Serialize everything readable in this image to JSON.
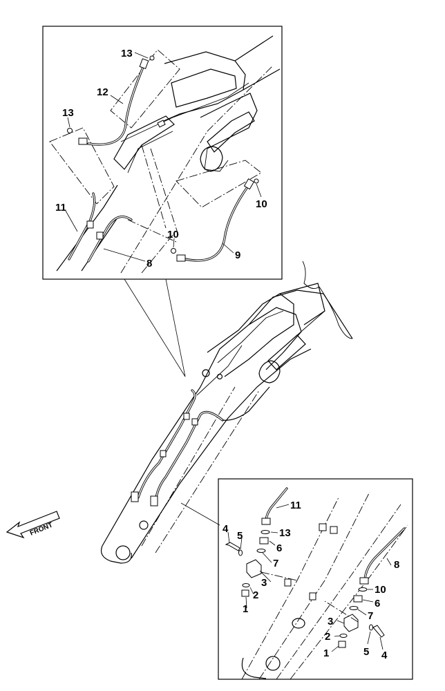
{
  "diagram": {
    "direction_label": "FRONT",
    "top_detail_callouts": [
      "13",
      "12",
      "13",
      "11",
      "10",
      "10",
      "8",
      "9"
    ],
    "bottom_detail_callouts": [
      "11",
      "4",
      "5",
      "13",
      "6",
      "7",
      "3",
      "2",
      "1",
      "8",
      "10",
      "6",
      "7",
      "3",
      "2",
      "5",
      "4",
      "1"
    ]
  }
}
